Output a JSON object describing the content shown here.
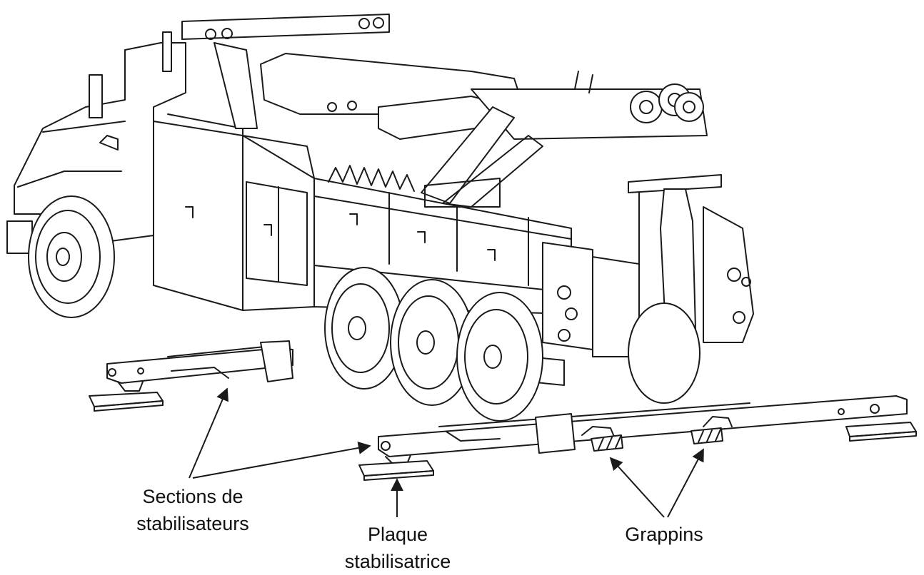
{
  "labels": {
    "sections_line1": "Sections de",
    "sections_line2": "stabilisateurs",
    "plaque_line1": "Plaque",
    "plaque_line2": "stabilisatrice",
    "grappins": "Grappins"
  },
  "colors": {
    "line": "#1a1a1a",
    "background": "#ffffff"
  }
}
